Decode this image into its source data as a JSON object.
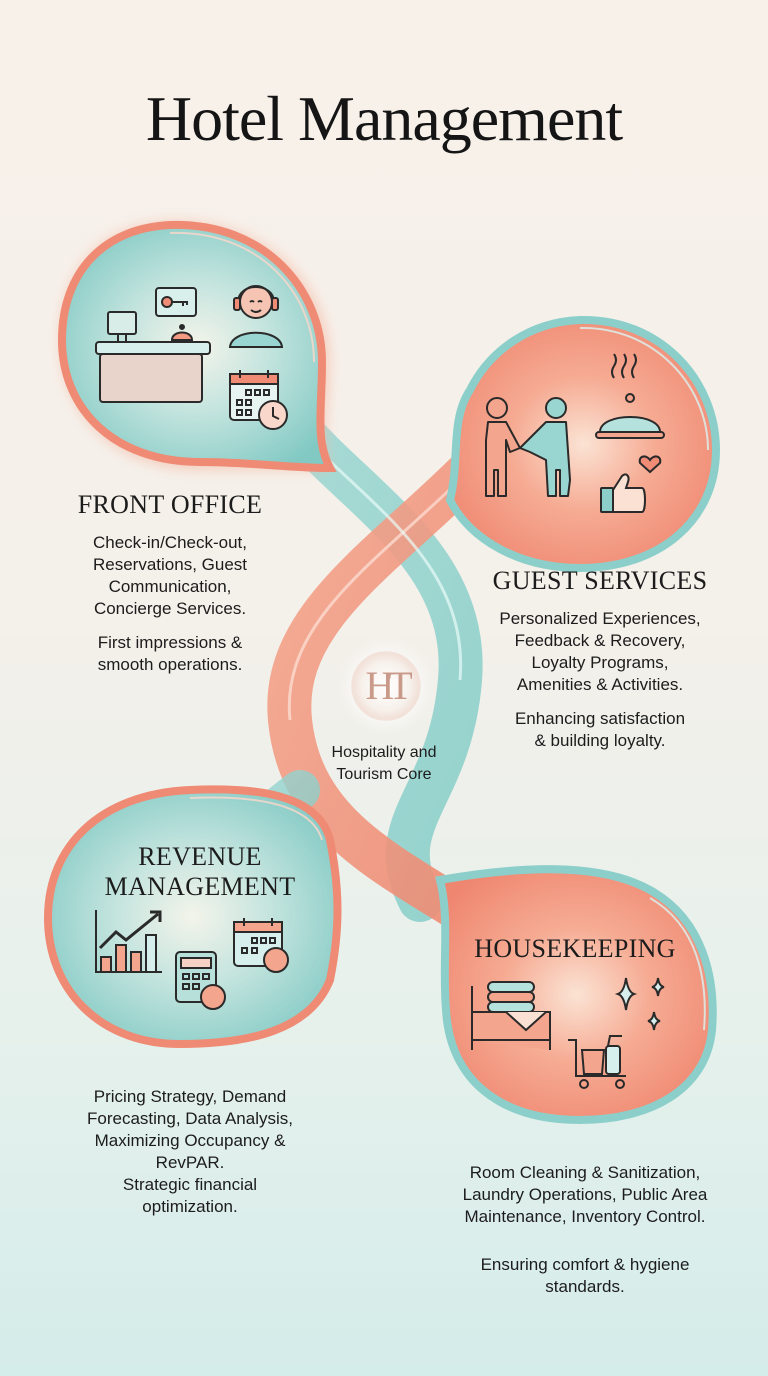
{
  "title": "Hotel Management",
  "colors": {
    "coral": "#f08c76",
    "teal": "#8fd0cc",
    "ink": "#1c1c1c",
    "background_top": "#f8f1ea",
    "background_bottom": "#d4ecea"
  },
  "core": {
    "logo": "HT",
    "label_line1": "Hospitality and",
    "label_line2": "Tourism Core"
  },
  "sections": {
    "front_office": {
      "heading": "FRONT OFFICE",
      "lines": [
        "Check-in/Check-out,",
        "Reservations, Guest",
        "Communication,",
        "Concierge Services."
      ],
      "tagline": [
        "First impressions &",
        "smooth operations."
      ],
      "icons": [
        "reception-desk-icon",
        "room-key-icon",
        "service-bell-icon",
        "headset-agent-icon",
        "calendar-clock-icon"
      ]
    },
    "guest_services": {
      "heading": "GUEST SERVICES",
      "lines": [
        "Personalized Experiences,",
        "Feedback & Recovery,",
        "Loyalty Programs,",
        "Amenities & Activities."
      ],
      "tagline": [
        "Enhancing satisfaction",
        "& building loyalty."
      ],
      "icons": [
        "handshake-icon",
        "cloche-icon",
        "thumbs-up-heart-icon"
      ]
    },
    "revenue_management": {
      "heading_line1": "REVENUE",
      "heading_line2": "MANAGEMENT",
      "lines": [
        "Pricing Strategy, Demand",
        "Forecasting, Data Analysis,",
        "Maximizing Occupancy &",
        "RevPAR."
      ],
      "tagline": [
        "Strategic financial",
        "optimization."
      ],
      "icons": [
        "growth-chart-icon",
        "calculator-dollar-icon",
        "calendar-dollar-icon"
      ]
    },
    "housekeeping": {
      "heading": "HOUSEKEEPING",
      "lines": [
        "Room Cleaning & Sanitization,",
        "Laundry Operations, Public Area",
        "Maintenance, Inventory Control."
      ],
      "tagline": [
        "Ensuring comfort & hygiene",
        "standards."
      ],
      "icons": [
        "bed-linens-icon",
        "cleaning-cart-icon",
        "sparkle-icon"
      ]
    }
  }
}
